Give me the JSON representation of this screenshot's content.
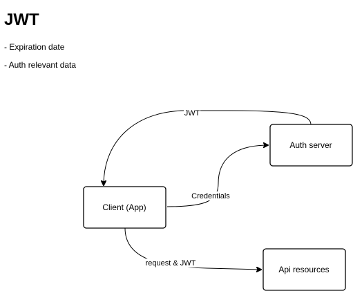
{
  "header": {
    "title": "JWT",
    "bullets": [
      "- Expiration date",
      "- Auth relevant data"
    ]
  },
  "diagram": {
    "nodes": {
      "auth_server": "Auth server",
      "client": "Client (App)",
      "api": "Api resources"
    },
    "edges": {
      "jwt": "JWT",
      "credentials": "Credentials",
      "request": "request & JWT"
    }
  }
}
